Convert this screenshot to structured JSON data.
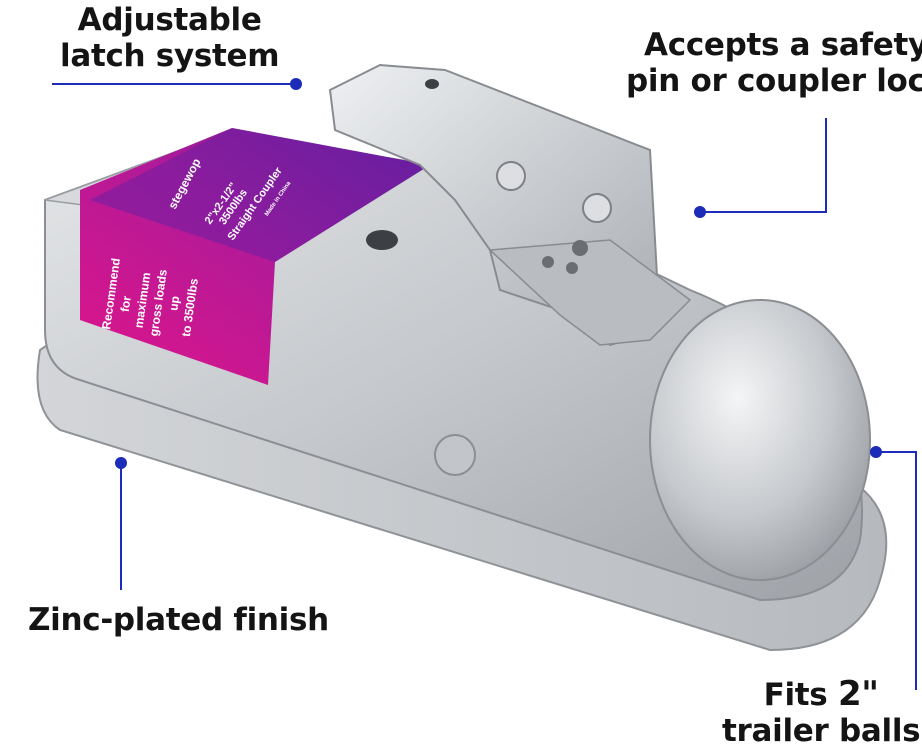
{
  "callouts": {
    "latch": {
      "line1": "Adjustable",
      "line2": "latch system"
    },
    "safety": {
      "line1": "Accepts a safety",
      "line2": "pin or coupler lock"
    },
    "zinc": {
      "line1": "Zinc-plated finish"
    },
    "balls": {
      "line1_prefix": "Fits ",
      "line1_size": "2\"",
      "line2": "trailer balls"
    }
  },
  "product_label": {
    "brand": "stegewop",
    "size": "2\"x2-1/2\"",
    "capacity": "3500lbs",
    "type": "Straight Coupler",
    "origin": "Made in China",
    "recommend": [
      "Recommend",
      "for",
      "maximum",
      "gross loads",
      "up",
      "to 3500lbs"
    ]
  },
  "colors": {
    "callout_line": "#1c2bb8",
    "label_pink": "#e0158a",
    "label_purple": "#5a1f9e",
    "metal": "#c9ccd0"
  }
}
